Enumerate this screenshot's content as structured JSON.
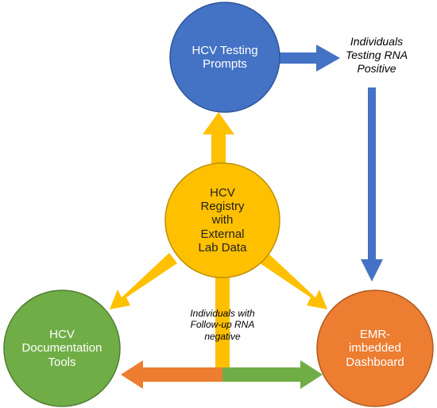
{
  "nodes": {
    "testing_prompts": {
      "label": "HCV Testing\nPrompts",
      "color": "#4472C4",
      "stroke": "#2F5597"
    },
    "registry": {
      "label": "HCV\nRegistry\nwith\nExternal\nLab Data",
      "color": "#FFC000",
      "stroke": "#BF9000"
    },
    "documentation": {
      "label": "HCV\nDocumentation\nTools",
      "color": "#70AD47",
      "stroke": "#507E32"
    },
    "dashboard": {
      "label": "EMR-\nimbedded\nDashboard",
      "color": "#ED7D31",
      "stroke": "#AE5A21"
    }
  },
  "annotations": {
    "rna_positive": "Individuals\nTesting RNA\nPositive",
    "followup_negative": "Individuals with\nFollow-up RNA\nnegative"
  },
  "arrow_colors": {
    "blue": "#4472C4",
    "yellow": "#FFC000",
    "orange": "#ED7D31",
    "green": "#70AD47"
  }
}
